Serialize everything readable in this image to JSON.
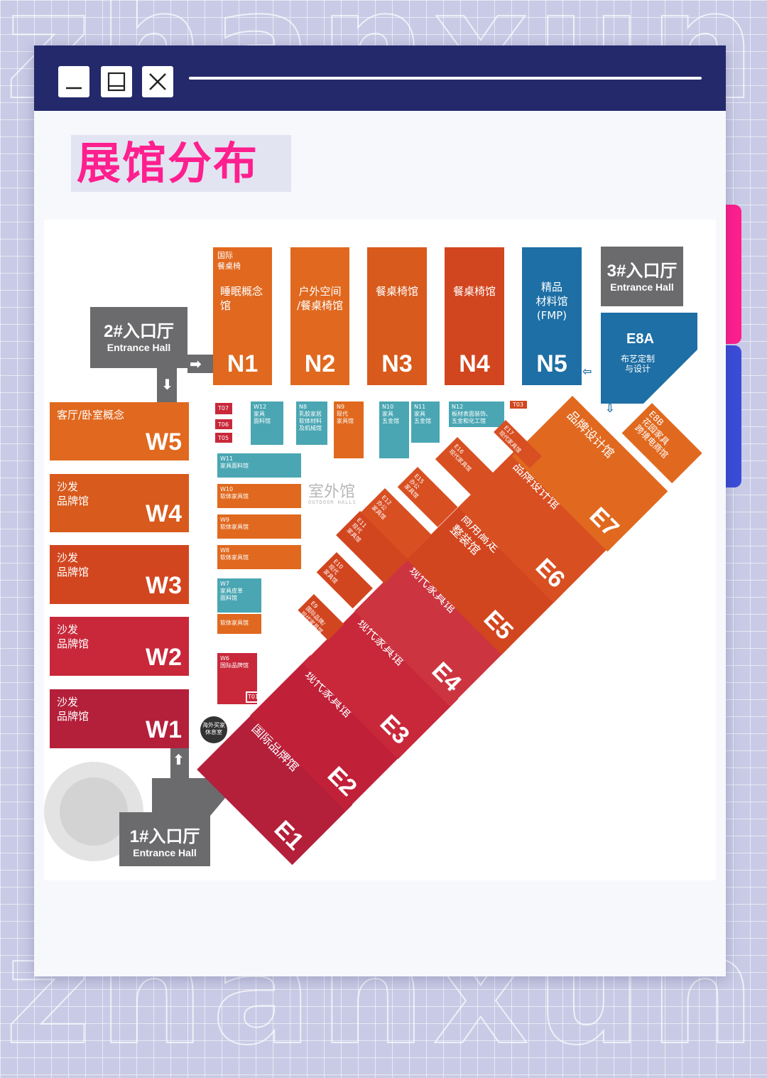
{
  "background_words": {
    "top": "zhanxun",
    "bottom": "zhanxun"
  },
  "window": {
    "buttons": {
      "minimize_icon": "minimize-icon",
      "maximize_icon": "maximize-icon",
      "close_icon": "close-icon"
    }
  },
  "page_title": "展馆分布",
  "colors": {
    "title_pink": "#ff1f8e",
    "titlebar": "#23296a",
    "orange": "#e0691f",
    "red_orange": "#d2461f",
    "red": "#c8283a",
    "crimson": "#b41f3a",
    "blue": "#1d6fa5",
    "teal": "#4aa6b3",
    "gray": "#6b6b6d"
  },
  "entrances": {
    "e1": {
      "num": "1#入口厅",
      "en": "Entrance Hall"
    },
    "e2": {
      "num": "2#入口厅",
      "en": "Entrance Hall"
    },
    "e3": {
      "num": "3#入口厅",
      "en": "Entrance Hall"
    }
  },
  "north": {
    "N1": {
      "top": "国际\n餐桌椅",
      "label": "睡眠概念\n馆",
      "code": "N1"
    },
    "N2": {
      "label": "户外空间\n/餐桌椅馆",
      "code": "N2"
    },
    "N3": {
      "label": "餐桌椅馆",
      "code": "N3"
    },
    "N4": {
      "label": "餐桌椅馆",
      "code": "N4"
    },
    "N5": {
      "label": "精品\n材料馆\n(FMP)",
      "code": "N5"
    },
    "E8A": {
      "code": "E8A",
      "label": "布艺定制\n与设计"
    }
  },
  "west": {
    "W5": {
      "label": "客厅/卧室概念",
      "code": "W5"
    },
    "W4": {
      "label": "沙发\n品牌馆",
      "code": "W4"
    },
    "W3": {
      "label": "沙发\n品牌馆",
      "code": "W3"
    },
    "W2": {
      "label": "沙发\n品牌馆",
      "code": "W2"
    },
    "W1": {
      "label": "沙发\n品牌馆",
      "code": "W1"
    }
  },
  "small_halls": {
    "T07": "T07",
    "T06": "T06",
    "T05": "T05",
    "T03": "T03",
    "T01": "T01",
    "W12": "W12\n家具\n面料馆",
    "N8": "N8\n乳胶家居\n软体材料\n及机械馆",
    "N9": "N9\n现代\n家具馆",
    "N10": "N10\n家具\n五金馆",
    "N11": "N11\n家具\n五金馆",
    "N12": "N12\n板材表面装饰、\n五金和化工馆",
    "W11": "W11\n家具面料馆",
    "W10": "W10\n软体家具馆",
    "W9": "W9\n软体家具馆",
    "W8": "W8\n软体家具馆",
    "W7": "W7\n家具皮革\n面料馆",
    "W7b": "软体家具馆",
    "W6": "W6\n国际品牌馆"
  },
  "outdoor": {
    "cn": "室外馆",
    "en": "OUTDOOR HALLS"
  },
  "lounge": "海外买家\n休息室",
  "east": {
    "E1": {
      "label": "国际品牌馆",
      "code": "E1"
    },
    "E2": {
      "label": "现代家具馆",
      "code": "E2"
    },
    "E3": {
      "label": "现代家具馆",
      "code": "E3"
    },
    "E4": {
      "label": "现代家具馆",
      "code": "E4"
    },
    "E5": {
      "label": "商用高定\n整装馆",
      "code": "E5"
    },
    "E6": {
      "label": "品牌设计馆",
      "code": "E6"
    },
    "E7": {
      "label": "品牌设计馆",
      "code": "E7"
    },
    "E8B": {
      "label": "E8B\n花园家具\n跨境电商馆"
    },
    "E9": "E9\n国际品牌/\n现代家具馆",
    "E10": "E10\n现代\n家具馆",
    "E11": "E11\n现代\n家具馆",
    "E12": "E12\n办公\n家具馆",
    "E15": "E15\n办公\n家具馆",
    "E16": "E16\n现代家具馆",
    "E17": "E17\n现代家具馆"
  }
}
